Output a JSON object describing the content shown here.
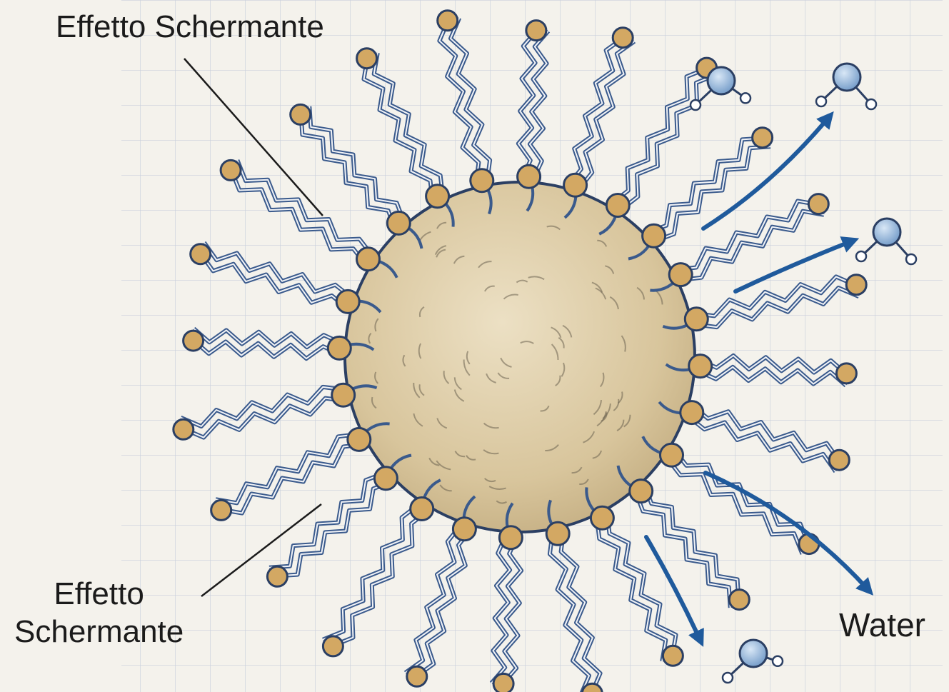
{
  "labels": {
    "shielding_effect_top": "Effetto Schermante",
    "shielding_effect_bottom_line1": "Effetto",
    "shielding_effect_bottom_line2": "Schermante",
    "water": "Water"
  },
  "colors": {
    "paper": "#f4f2ec",
    "grid": "#c9cfdc",
    "core_fill": "#dccba4",
    "core_outline": "#2b3f63",
    "head_fill": "#d3a863",
    "tail_stroke": "#3a5a8c",
    "arrow": "#1f5a9c",
    "water_molecule": "#8fb3d9"
  },
  "diagram": {
    "surfactant_count": 24,
    "water_molecule_count": 4,
    "arrow_count": 4
  }
}
